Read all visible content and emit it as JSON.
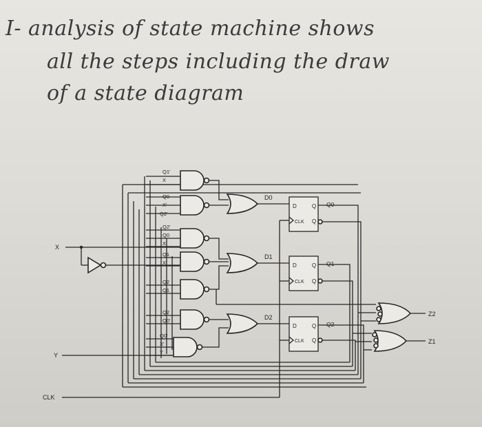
{
  "handwriting": {
    "line1": "I- analysis of state machine shows",
    "line2": "all the steps including the draw",
    "line3": "of a state diagram"
  },
  "inputs": {
    "x": "X",
    "y": "Y",
    "clk": "CLK"
  },
  "gate_inputs": {
    "g1": [
      "Q1'",
      "X"
    ],
    "g2": [
      "Q0",
      "X'",
      "Q2'"
    ],
    "g3": [
      "Q2'",
      "Q0",
      "X"
    ],
    "g4": [
      "Q1",
      "X'"
    ],
    "g5": [
      "Q2",
      "Q1"
    ],
    "g6": [
      "Q2",
      "Q0'"
    ],
    "g7": [
      "Q0'",
      "X'",
      "Y"
    ]
  },
  "signals": {
    "d0": "D0",
    "d1": "D1",
    "d2": "D2"
  },
  "flipflops": [
    {
      "d": "D",
      "q": "Q",
      "clk": "CLK",
      "qbar": "Q",
      "out": "Q0"
    },
    {
      "d": "D",
      "q": "Q",
      "clk": "CLK",
      "qbar": "Q",
      "out": "Q1"
    },
    {
      "d": "D",
      "q": "Q",
      "clk": "CLK",
      "qbar": "Q",
      "out": "Q2"
    }
  ],
  "outputs": {
    "z2": "Z2",
    "z1": "Z1"
  }
}
